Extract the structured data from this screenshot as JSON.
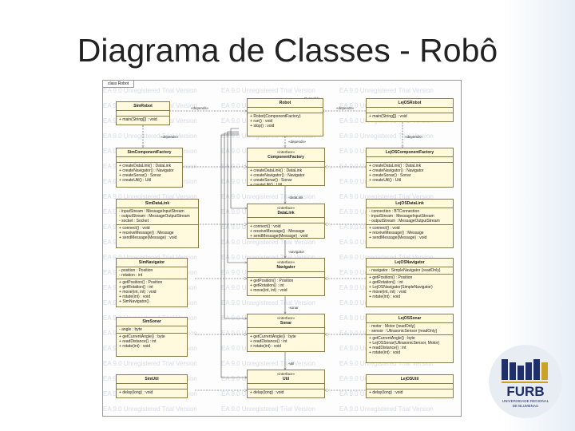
{
  "slide": {
    "title": "Diagrama de Classes - Robô"
  },
  "diagram": {
    "frame_label": "class Robot",
    "watermark": "EA 9.0 Unregistered Trial Version",
    "classes": {
      "sim_robot": {
        "name": "SimRobot",
        "attributes": [],
        "operations": [
          "main(String[]) : void"
        ]
      },
      "robot": {
        "stereotype": "",
        "name": "Robot",
        "attributes": [],
        "operations": [
          "Robot(ComponentFactory)",
          "run() : void",
          "stop() : void"
        ]
      },
      "lejos_robot": {
        "name": "LejOSRobot",
        "attributes": [],
        "operations": [
          "main(String[]) : void"
        ]
      },
      "sim_component_factory": {
        "name": "SimComponentFactory",
        "attributes": [],
        "operations": [
          "createDataLink() : DataLink",
          "createNavigator() : Navigator",
          "createSonar() : Sonar",
          "createUtil() : Util"
        ]
      },
      "component_factory": {
        "stereotype": "«interface»",
        "name": "ComponentFactory",
        "attributes": [],
        "operations": [
          "createDataLink() : DataLink",
          "createNavigator() : Navigator",
          "createSonar() : Sonar",
          "createUtil() : Util"
        ]
      },
      "lejos_component_factory": {
        "name": "LejOSComponentFactory",
        "attributes": [],
        "operations": [
          "createDataLink() : DataLink",
          "createNavigator() : Navigator",
          "createSonar() : Sonar",
          "createUtil() : Util"
        ]
      },
      "sim_data_link": {
        "name": "SimDataLink",
        "attributes": [
          "inputStream : MessageInputStream",
          "outputStream : MessageOutputStream",
          "socket : Socket"
        ],
        "operations": [
          "connect() : void",
          "receiveMessage() : Message",
          "sendMessage(Message) : void"
        ]
      },
      "data_link": {
        "stereotype": "«interface»",
        "name": "DataLink",
        "attributes": [],
        "operations": [
          "connect() : void",
          "receiveMessage() : Message",
          "sendMessage(Message) : void"
        ]
      },
      "lejos_data_link": {
        "name": "LejOSDataLink",
        "attributes": [
          "connection : BTConnection",
          "inputStream : MessageInputStream",
          "outputStream : MessageOutputStream"
        ],
        "operations": [
          "connect() : void",
          "receiveMessage() : Message",
          "sendMessage(Message) : void"
        ]
      },
      "sim_navigator": {
        "name": "SimNavigator",
        "attributes": [
          "position : Position",
          "rotation : int"
        ],
        "operations": [
          "getPosition() : Position",
          "getRotation() : int",
          "move(int, int) : void",
          "rotate(int) : void",
          "SimNavigator()"
        ]
      },
      "navigator": {
        "stereotype": "«interface»",
        "name": "Navigator",
        "attributes": [],
        "operations": [
          "getPosition() : Position",
          "getRotation() : int",
          "move(int, int) : void"
        ]
      },
      "lejos_navigator": {
        "name": "LejOSNavigator",
        "attributes": [
          "navigator : SimpleNavigator {readOnly}"
        ],
        "operations": [
          "getPosition() : Position",
          "getRotation() : int",
          "LejOSNavigator(SimpleNavigator)",
          "move(int, int) : void",
          "rotate(int) : void"
        ]
      },
      "sim_sonar": {
        "name": "SimSonar",
        "attributes": [
          "angle : byte"
        ],
        "operations": [
          "getCurrentAngle() : byte",
          "readDistance() : int",
          "rotate(int) : void"
        ]
      },
      "sonar": {
        "stereotype": "«interface»",
        "name": "Sonar",
        "attributes": [],
        "operations": [
          "getCurrentAngle() : byte",
          "readDistance() : int",
          "rotate(int) : void"
        ]
      },
      "lejos_sonar": {
        "name": "LejOSSonar",
        "attributes": [
          "motor : Motor {readOnly}",
          "sensor : UltrasonicSensor {readOnly}"
        ],
        "operations": [
          "getCurrentAngle() : byte",
          "LejOSSonar(UltrasonicSensor, Motor)",
          "readDistance() : int",
          "rotate(int) : void"
        ]
      },
      "sim_util": {
        "name": "SimUtil",
        "attributes": [],
        "operations": [
          "delay(long) : void"
        ]
      },
      "util": {
        "stereotype": "«interface»",
        "name": "Util",
        "attributes": [],
        "operations": [
          "delay(long) : void"
        ]
      },
      "lejos_util": {
        "name": "LejOSUtil",
        "attributes": [],
        "operations": [
          "delay(long) : void"
        ]
      }
    },
    "edge_labels": {
      "depends_left": "«depends»",
      "depends_right": "«depends»",
      "depends_left2": "«depends»",
      "depends_right2": "«depends»",
      "depends_center": "«depends»",
      "runnable": "Runnable",
      "data_link_role": "-dataLink",
      "navigator_role": "-navigator",
      "sonar_role": "-sonar",
      "util_role": "-util"
    }
  },
  "logo": {
    "text": "FURB",
    "subtitle_line1": "UNIVERSIDADE REGIONAL",
    "subtitle_line2": "DE BLUMENAU",
    "colors": {
      "navy": "#1f2f6b",
      "gold": "#c9a227",
      "light": "#e8edf4"
    }
  }
}
